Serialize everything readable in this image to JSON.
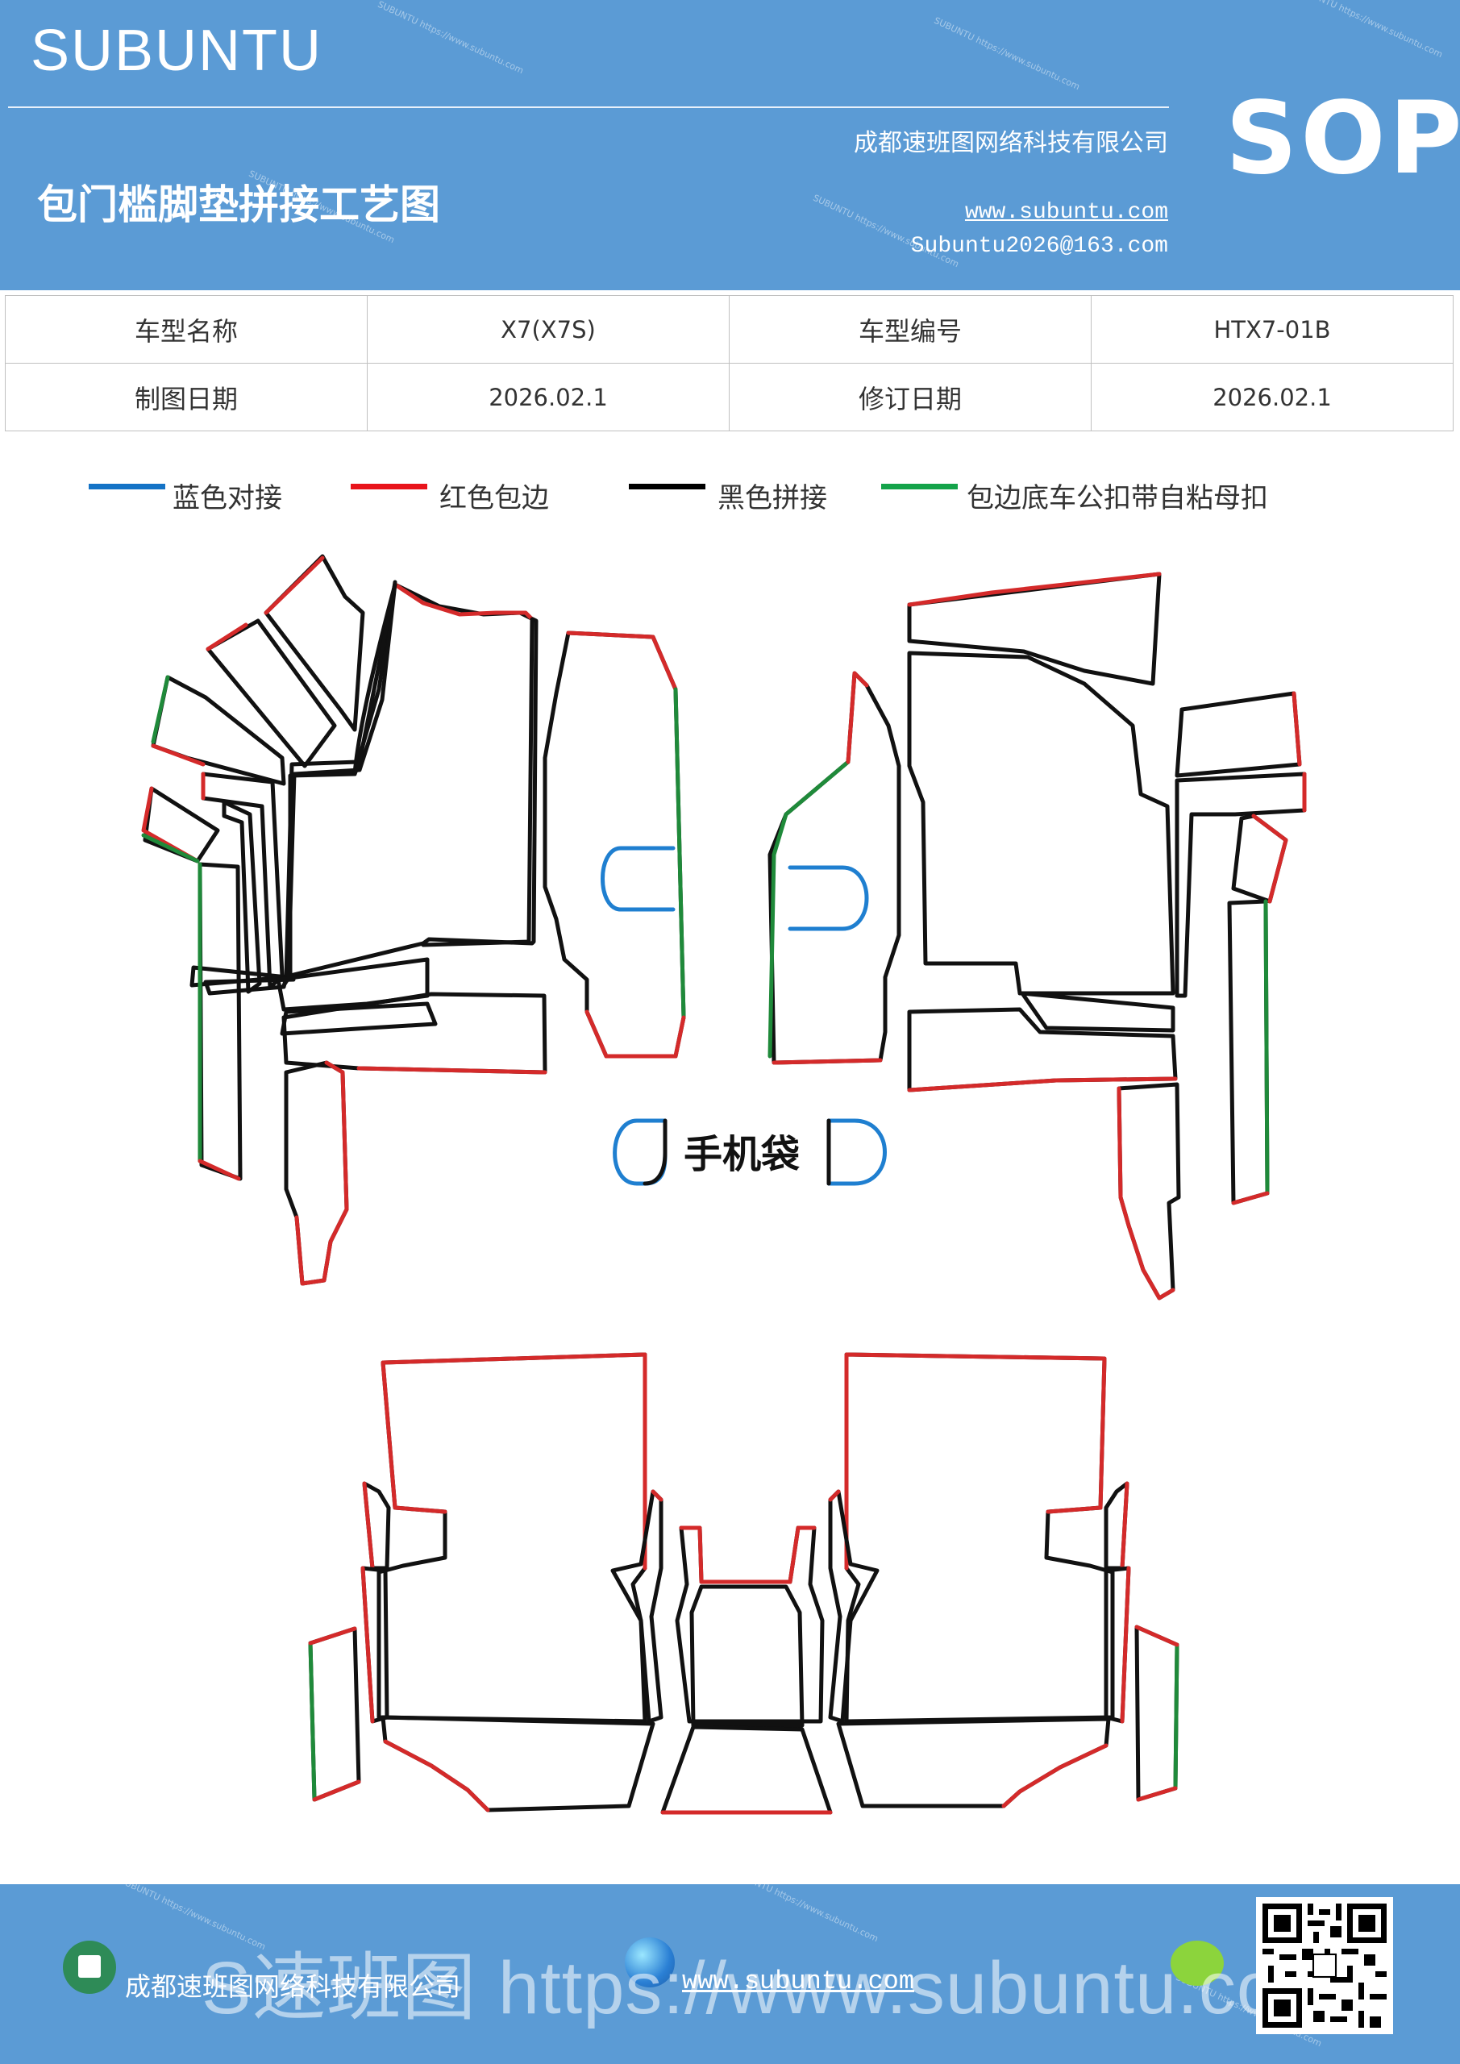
{
  "header": {
    "brand": "SUBUNTU",
    "company": "成都速班图网络科技有限公司",
    "title": "包门槛脚垫拼接工艺图",
    "website": "www.subuntu.com",
    "email": "Subuntu2026@163.com",
    "badge": "SOP"
  },
  "info": {
    "model_name_label": "车型名称",
    "model_name_value": "X7(X7S)",
    "model_code_label": "车型编号",
    "model_code_value": "HTX7-01B",
    "draw_date_label": "制图日期",
    "draw_date_value": "2026.02.1",
    "revise_date_label": "修订日期",
    "revise_date_value": "2026.02.1"
  },
  "legend": [
    {
      "label": "蓝色对接",
      "color": "#1473c6"
    },
    {
      "label": "红色包边",
      "color": "#e8141b"
    },
    {
      "label": "黑色拼接",
      "color": "#000000"
    },
    {
      "label": "包边底车公扣带自粘母扣",
      "color": "#14a34a"
    }
  ],
  "diagram": {
    "phone_pocket_label": "手机袋",
    "colors": {
      "red": "#d42a2a",
      "black": "#111111",
      "green": "#1f8a3a",
      "blue": "#1f7fd0"
    }
  },
  "footer": {
    "company": "成都速班图网络科技有限公司",
    "website": "www.subuntu.com",
    "overlay": "S速班图 https://www.subuntu.com",
    "icons": [
      "building-icon",
      "globe-icon",
      "wechat-icon",
      "qr-code"
    ]
  }
}
